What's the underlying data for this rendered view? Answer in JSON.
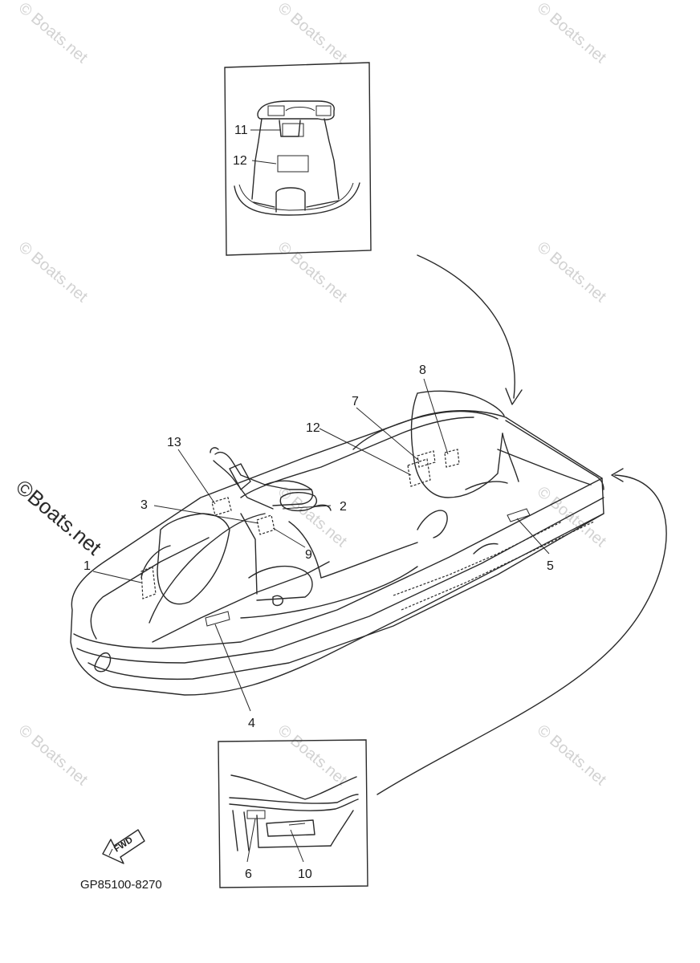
{
  "watermark": {
    "text": "Boats.net",
    "symbol": "©",
    "color": "#d2d2d2"
  },
  "watermark_large": {
    "text": "Boats.net",
    "symbol": "©"
  },
  "diagram_code": "GP85100-8270",
  "fwd_label": "FWD",
  "callouts": [
    "1",
    "2",
    "3",
    "4",
    "5",
    "6",
    "7",
    "8",
    "9",
    "10",
    "11",
    "12",
    "12",
    "13"
  ]
}
